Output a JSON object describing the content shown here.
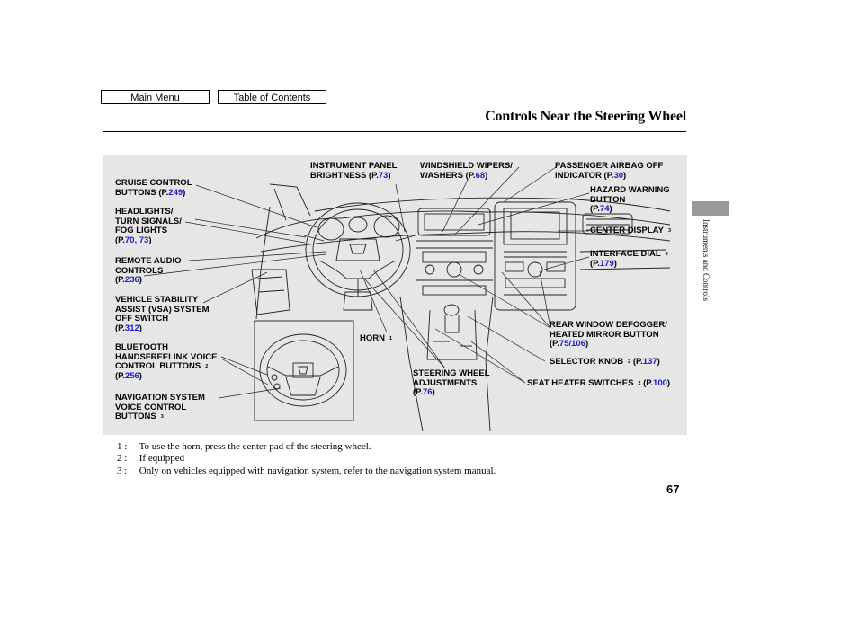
{
  "nav": {
    "main_menu": "Main Menu",
    "toc": "Table of Contents"
  },
  "page_title": "Controls Near the Steering Wheel",
  "side_label": "Instruments and Controls",
  "page_number": "67",
  "callouts": {
    "cruise": {
      "text": "CRUISE CONTROL\nBUTTONS (P.",
      "page": "249",
      "tail": ")"
    },
    "headlights": {
      "text": "HEADLIGHTS/\nTURN SIGNALS/\nFOG LIGHTS\n(P.",
      "page": "70, 73",
      "tail": ")"
    },
    "audio": {
      "text": "REMOTE AUDIO\nCONTROLS\n(P.",
      "page": "236",
      "tail": ")"
    },
    "vsa": {
      "text": "VEHICLE STABILITY\nASSIST (VSA) SYSTEM\nOFF SWITCH\n(P.",
      "page": "312",
      "tail": ")"
    },
    "bluetooth": {
      "text": "BLUETOOTH\nHANDSFREELINK VOICE\nCONTROL BUTTONS",
      "sup": "2",
      "text2": "(P.",
      "page": "256",
      "tail": ")"
    },
    "navvoice": {
      "text": "NAVIGATION SYSTEM\nVOICE CONTROL\nBUTTONS",
      "sup": "3"
    },
    "brightness": {
      "text": "INSTRUMENT PANEL\nBRIGHTNESS (P.",
      "page": "73",
      "tail": ")"
    },
    "wipers": {
      "text": "WINDSHIELD WIPERS/\nWASHERS (P.",
      "page": "68",
      "tail": ")"
    },
    "airbag": {
      "text": "PASSENGER AIRBAG OFF\nINDICATOR (P.",
      "page": "30",
      "tail": ")"
    },
    "hazard": {
      "text": "HAZARD WARNING\nBUTTON\n(P.",
      "page": "74",
      "tail": ")"
    },
    "display": {
      "text": "CENTER DISPLAY",
      "sup": "3"
    },
    "dial": {
      "text": "INTERFACE DIAL",
      "sup": "3",
      "text2": "(P.",
      "page": "179",
      "tail": ")"
    },
    "defogger": {
      "text": "REAR WINDOW DEFOGGER/\nHEATED MIRROR BUTTON\n(P.",
      "page": "75/106",
      "tail": ")"
    },
    "horn": {
      "text": "HORN",
      "sup": "1"
    },
    "selector": {
      "text": "SELECTOR KNOB",
      "sup": "2",
      "text2": "(P.",
      "page": "137",
      "tail": ")"
    },
    "steering": {
      "text": "STEERING WHEEL\nADJUSTMENTS\n(P.",
      "page": "76",
      "tail": ")"
    },
    "seat": {
      "text": "SEAT HEATER SWITCHES",
      "sup": "2",
      "text2": "(P.",
      "page": "100",
      "tail": ")"
    }
  },
  "footnotes": [
    {
      "num": "1 :",
      "text": "To use the horn, press the center pad of the steering wheel."
    },
    {
      "num": "2 :",
      "text": "If equipped"
    },
    {
      "num": "3 :",
      "text": "Only on vehicles equipped with navigation system, refer to the navigation system manual."
    }
  ]
}
